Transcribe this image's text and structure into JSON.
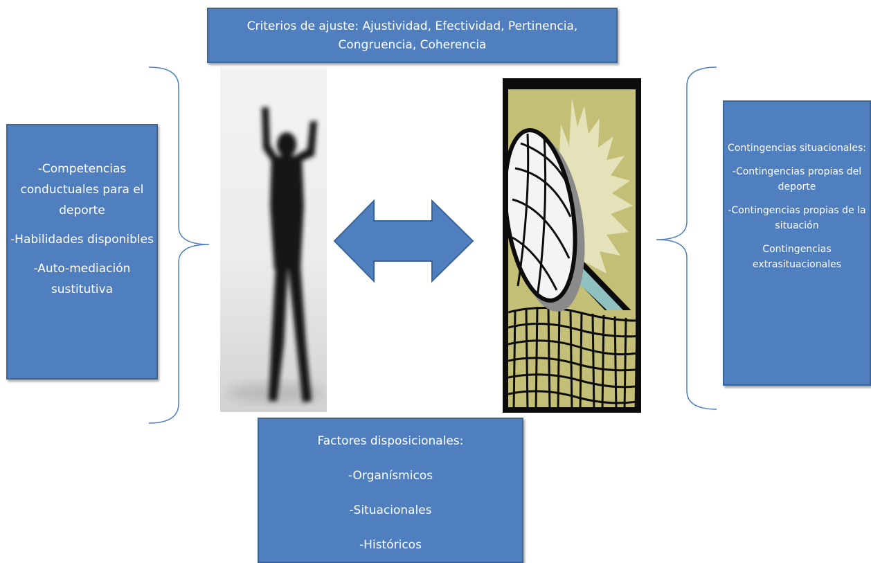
{
  "criteria": {
    "line1": "Criterios de ajuste: Ajustividad, Efectividad, Pertinencia,",
    "line2": "Congruencia, Coherencia"
  },
  "competencies": {
    "item1": "-Competencias conductuales para el deporte",
    "item2": "-Habilidades disponibles",
    "item3": "-Auto-mediación sustitutiva"
  },
  "contingencies": {
    "title": "Contingencias situacionales:",
    "item1": "-Contingencias propias del deporte",
    "item2": "-Contingencias propias de la situación",
    "item3": "Contingencias extrasituacionales"
  },
  "dispositional": {
    "title": "Factores disposicionales:",
    "item1": "-Organísmicos",
    "item2": "-Situacionales",
    "item3": "-Históricos"
  },
  "colors": {
    "box_fill": "#4f7fbf",
    "box_border": "#3b6598",
    "bracket": "#4f7fbf",
    "text": "#ffffff"
  }
}
